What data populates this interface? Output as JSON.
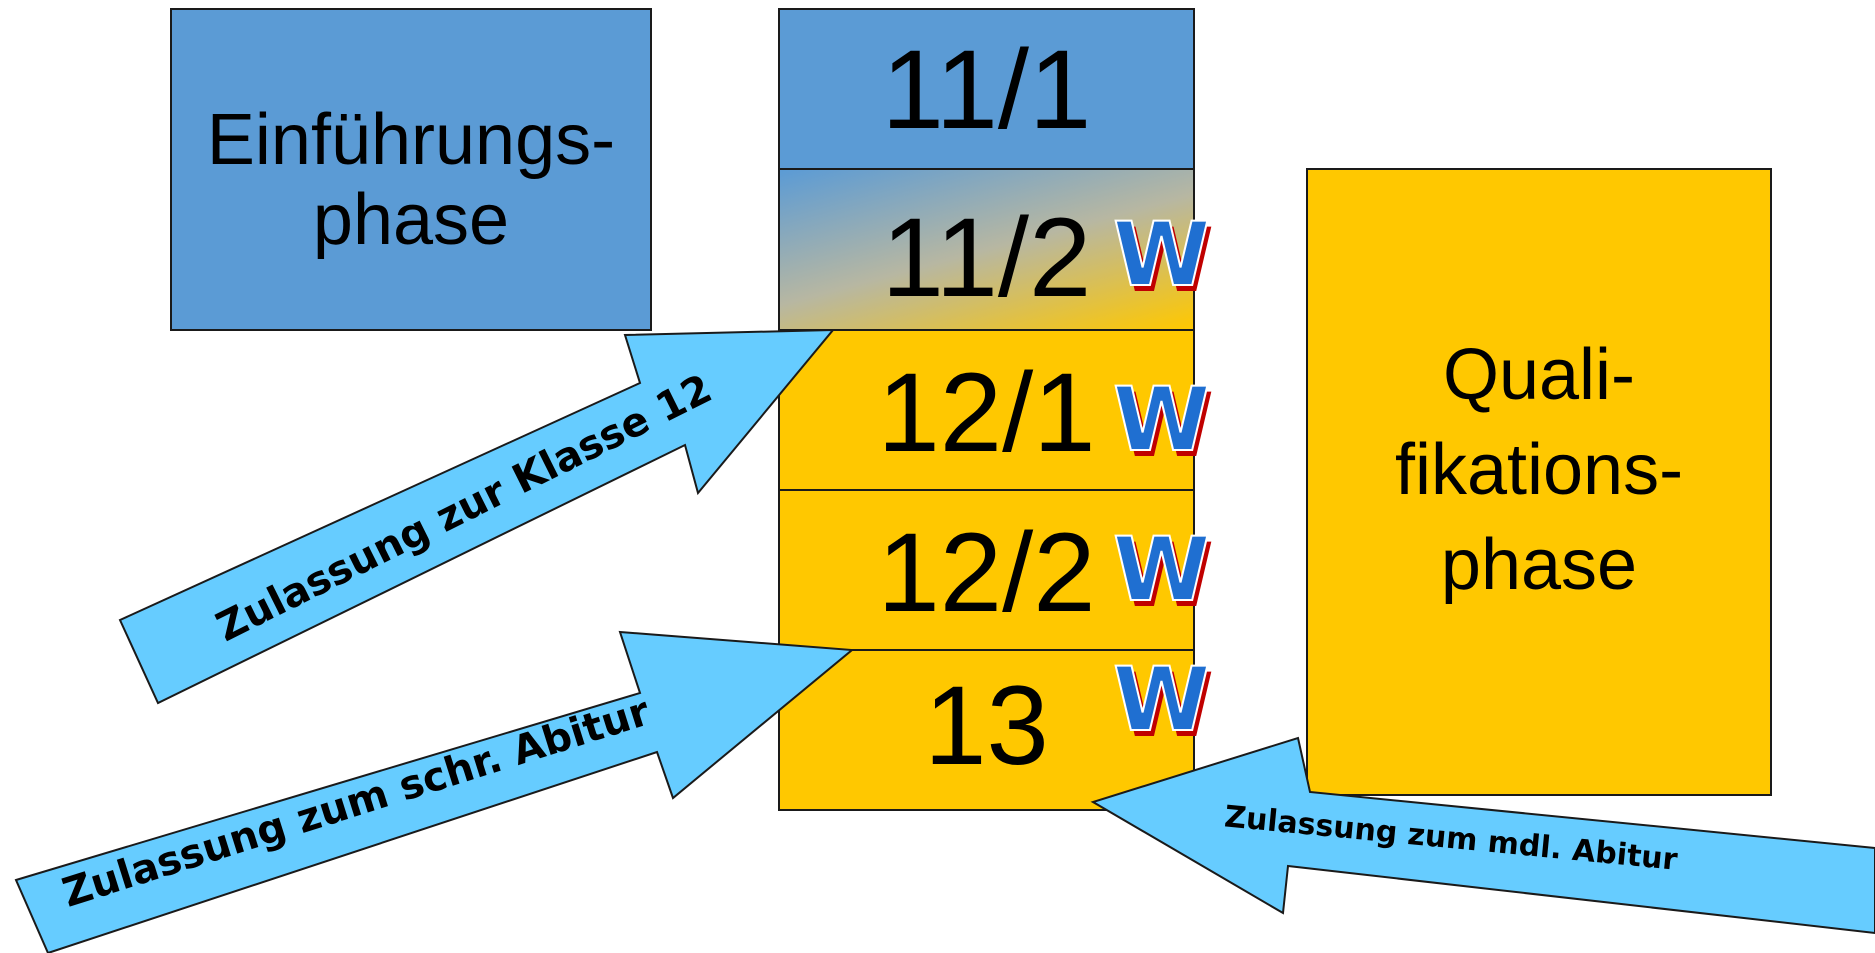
{
  "phases": {
    "intro": {
      "line1": "Einführungs-",
      "line2": "phase",
      "color": "#5b9bd5"
    },
    "qualification": {
      "line1": "Quali-",
      "line2": "fikations-",
      "line3": "phase",
      "color": "#ffc800"
    }
  },
  "stages": [
    {
      "label": "11/1",
      "color": "#5b9bd5"
    },
    {
      "label": "11/2",
      "color": "gradient-blue-to-yellow"
    },
    {
      "label": "12/1",
      "color": "#ffc800"
    },
    {
      "label": "12/2",
      "color": "#ffc800"
    },
    {
      "label": "13",
      "color": "#ffc800"
    }
  ],
  "arrows": [
    {
      "label": "Zulassung zur Klasse 12",
      "color": "#66ccff"
    },
    {
      "label": "Zulassung zum schr. Abitur",
      "color": "#66ccff"
    },
    {
      "label": "Zulassung zum mdl. Abitur",
      "color": "#66ccff"
    }
  ],
  "markers": {
    "letter": "W",
    "fill": "#1f6fd1",
    "shadow": "#c00000"
  }
}
